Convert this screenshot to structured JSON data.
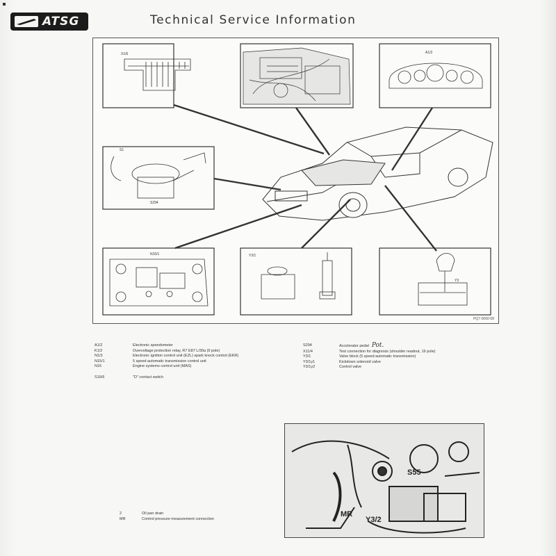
{
  "header": {
    "logo_text": "ATSG",
    "title": "Technical Service Information"
  },
  "diagram": {
    "figure_code": "PQ7-0060-08",
    "callouts": {
      "x1": "X1/6",
      "a1": "A1/2",
      "s1": "S1",
      "s2": "S294",
      "n15": "N15/1",
      "y1": "Y3/1",
      "y2": "Y3"
    }
  },
  "legend": {
    "left": [
      {
        "code": "A1/2",
        "desc": "Electronic speedometer"
      },
      {
        "code": "K1/2",
        "desc": "Overvoltage protection relay, R7 E87 L/30a (9 pole)"
      },
      {
        "code": "N1/3",
        "desc": "Electronic ignition control unit (EZL) spark knock control (EKR)"
      },
      {
        "code": "N15/1",
        "desc": "5 speed automatic transmission control unit"
      },
      {
        "code": "N16",
        "desc": "Engine systems control unit (MAS)"
      },
      {
        "code": "S16/6",
        "desc": "\"D\" contact switch"
      }
    ],
    "right": [
      {
        "code": "S294",
        "desc": "Accelerator pedal",
        "note": "Pot."
      },
      {
        "code": "X11/4",
        "desc": "Test connection for diagnosis (shoulder readout, 16 pole)"
      },
      {
        "code": "Y3/1",
        "desc": "Valve block (5 speed automatic transmission)"
      },
      {
        "code": "Y3/1y1",
        "desc": "Kickdown solenoid valve"
      },
      {
        "code": "Y3/1y2",
        "desc": "Control valve"
      }
    ]
  },
  "photo": {
    "label_a": "S55",
    "label_b": "MR",
    "label_c": "Y3/2"
  },
  "bottom_legend": [
    {
      "code": "2",
      "desc": "Oil pan drain"
    },
    {
      "code": "MR",
      "desc": "Control pressure measurement connection"
    }
  ]
}
